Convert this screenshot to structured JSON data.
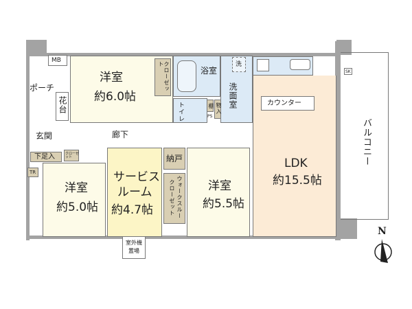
{
  "rooms": {
    "mb": "MB",
    "porch": "ポーチ",
    "flower_bed": "花台",
    "western_room_1": {
      "name": "洋室",
      "size": "約6.0帖"
    },
    "closet_1": "クローゼット",
    "bathroom": "浴室",
    "ps": "PS",
    "washer": "洗",
    "washroom": "洗面室",
    "toilet": "トイレ",
    "shelf": "棚",
    "storage": "物入",
    "ps_small": "PS",
    "corridor": "廊下",
    "entrance": "玄関",
    "shoe_box": "下足入",
    "closet_2": "クローゼット",
    "tr": "TR",
    "western_room_2": {
      "name": "洋室",
      "size": "約5.0帖"
    },
    "service_room": {
      "name_line1": "サービス",
      "name_line2": "ルーム",
      "size": "約4.7帖"
    },
    "storeroom": "納戸",
    "walk_through_closet_1": "ウォークスルー",
    "walk_through_closet_2": "クローゼット",
    "western_room_3": {
      "name": "洋室",
      "size": "約5.5帖"
    },
    "ldk": {
      "name": "LDK",
      "size": "約15.5帖"
    },
    "counter": "カウンター",
    "balcony": "バルコニー",
    "sk": "SK",
    "outdoor_unit": {
      "line1": "室外機",
      "line2": "置場"
    },
    "north": "N"
  },
  "colors": {
    "wall": "#a3a3a3",
    "western_room": "#fdfbe8",
    "service_room": "#fcf5c6",
    "wet_area": "#dceaf6",
    "closet": "#d9cfb3",
    "ldk": "#fcebd6"
  }
}
